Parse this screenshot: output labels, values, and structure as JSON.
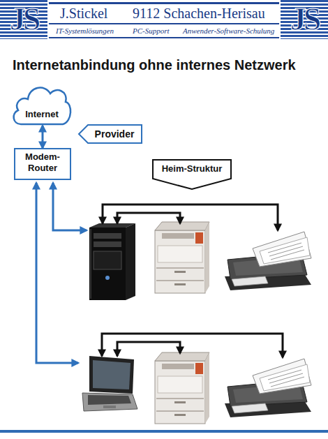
{
  "diagram": {
    "title": "Internetanbindung ohne internes Netzwerk",
    "nodes": [
      {
        "text": [
          "Internet"
        ]
      },
      {
        "text": [
          "Provider"
        ]
      },
      {
        "text": [
          "Modem- Router"
        ]
      },
      {
        "text": [
          "Heim-Struktur"
        ]
      }
    ],
    "edges": [
      {
        "from": 2,
        "to": 0,
        "arrow": "both"
      }
    ],
    "labels": [
      "JS",
      "J.Stickel",
      "9112 Schachen-Herisau",
      "JS",
      "IT-Systemlösungen",
      "PC-Support",
      "Anwender-Software-Schulung"
    ]
  }
}
